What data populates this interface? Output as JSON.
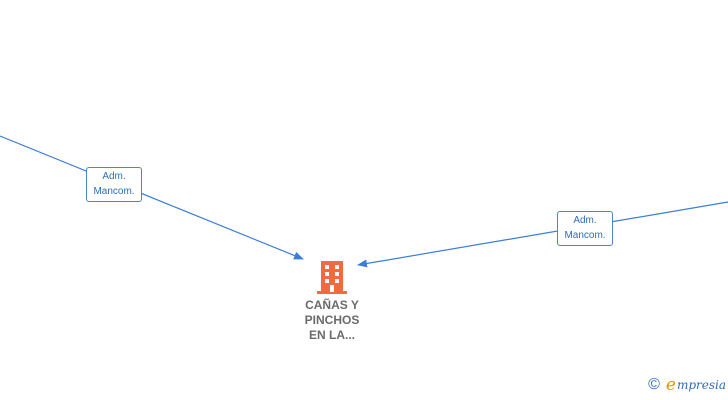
{
  "edges": [
    {
      "label_line1": "Adm.",
      "label_line2": "Mancom."
    },
    {
      "label_line1": "Adm.",
      "label_line2": "Mancom."
    }
  ],
  "company": {
    "name_line1": "CAÑAS Y",
    "name_line2": "PINCHOS",
    "name_line3": "EN LA...",
    "icon": "building-icon",
    "icon_color": "#f26a3d"
  },
  "colors": {
    "edge": "#3b7dd8",
    "company_text": "#6b6b6b"
  },
  "brand": {
    "copyright_symbol": "©",
    "e_letter": "e",
    "rest": "mpresia"
  }
}
